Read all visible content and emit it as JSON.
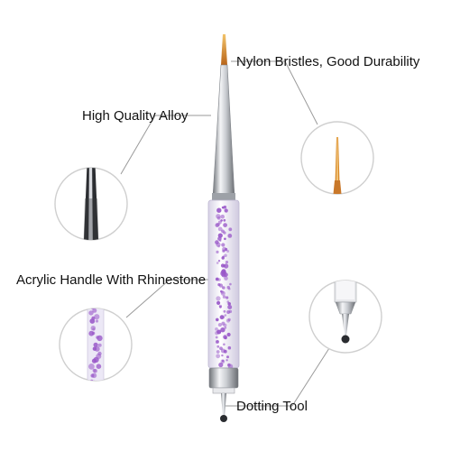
{
  "labels": {
    "bristles": "Nylon Bristles, Good Durability",
    "alloy": "High Quality Alloy",
    "handle": "Acrylic Handle With Rhinestone",
    "dotting": "Dotting Tool"
  },
  "colors": {
    "rhinestone": "#9a59c9",
    "bristle": "#d98a2a",
    "metal": "#b9bcc2",
    "callout_ring": "#cfcfcf",
    "callout_line": "#9a9a9a"
  }
}
